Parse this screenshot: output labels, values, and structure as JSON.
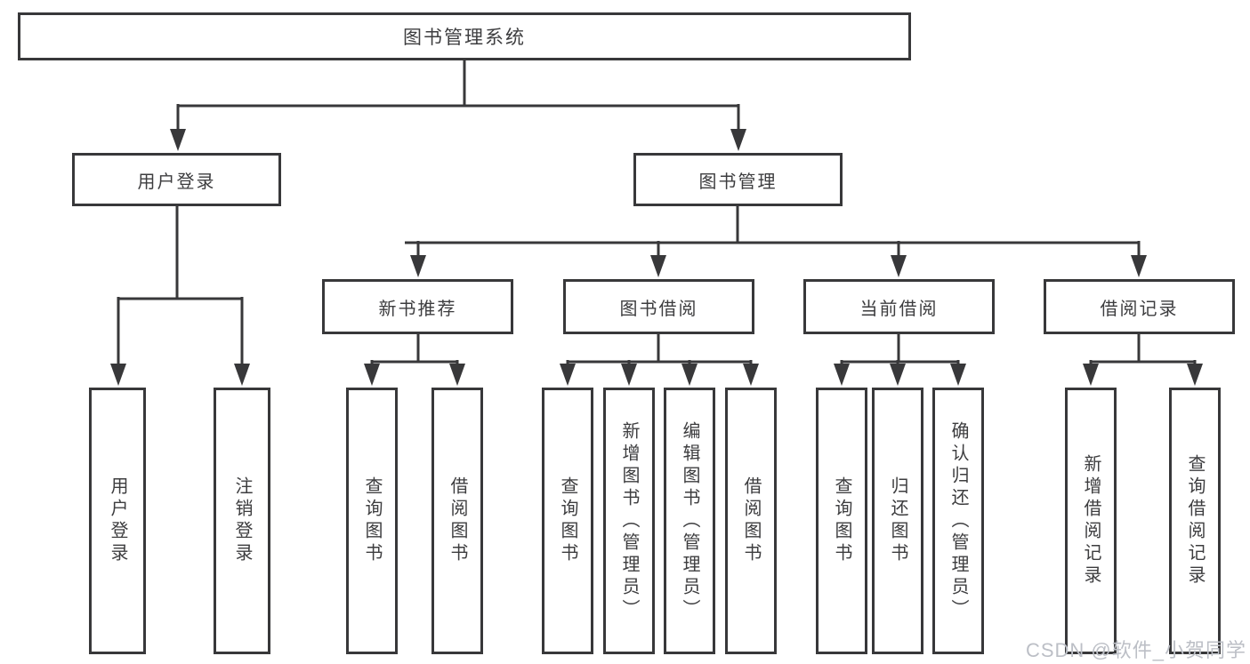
{
  "nodes": {
    "root": "图书管理系统",
    "level2": [
      "用户登录",
      "图书管理"
    ],
    "level3": [
      "新书推荐",
      "图书借阅",
      "当前借阅",
      "借阅记录"
    ],
    "leaves": {
      "user_login": [
        "用户登录",
        "注销登录"
      ],
      "new_book_recommend": [
        "查询图书",
        "借阅图书"
      ],
      "book_borrow": [
        "查询图书",
        "新增图书（管理员）",
        "编辑图书（管理员）",
        "借阅图书"
      ],
      "current_borrow": [
        "查询图书",
        "归还图书",
        "确认归还（管理员）"
      ],
      "borrow_records": [
        "新增借阅记录",
        "查询借阅记录"
      ]
    }
  },
  "watermark": "CSDN @软件_小贺同学",
  "colors": {
    "line": "#38383a",
    "text": "#3d3d3f",
    "watermark": "#bcbfc6",
    "background": "#ffffff"
  }
}
